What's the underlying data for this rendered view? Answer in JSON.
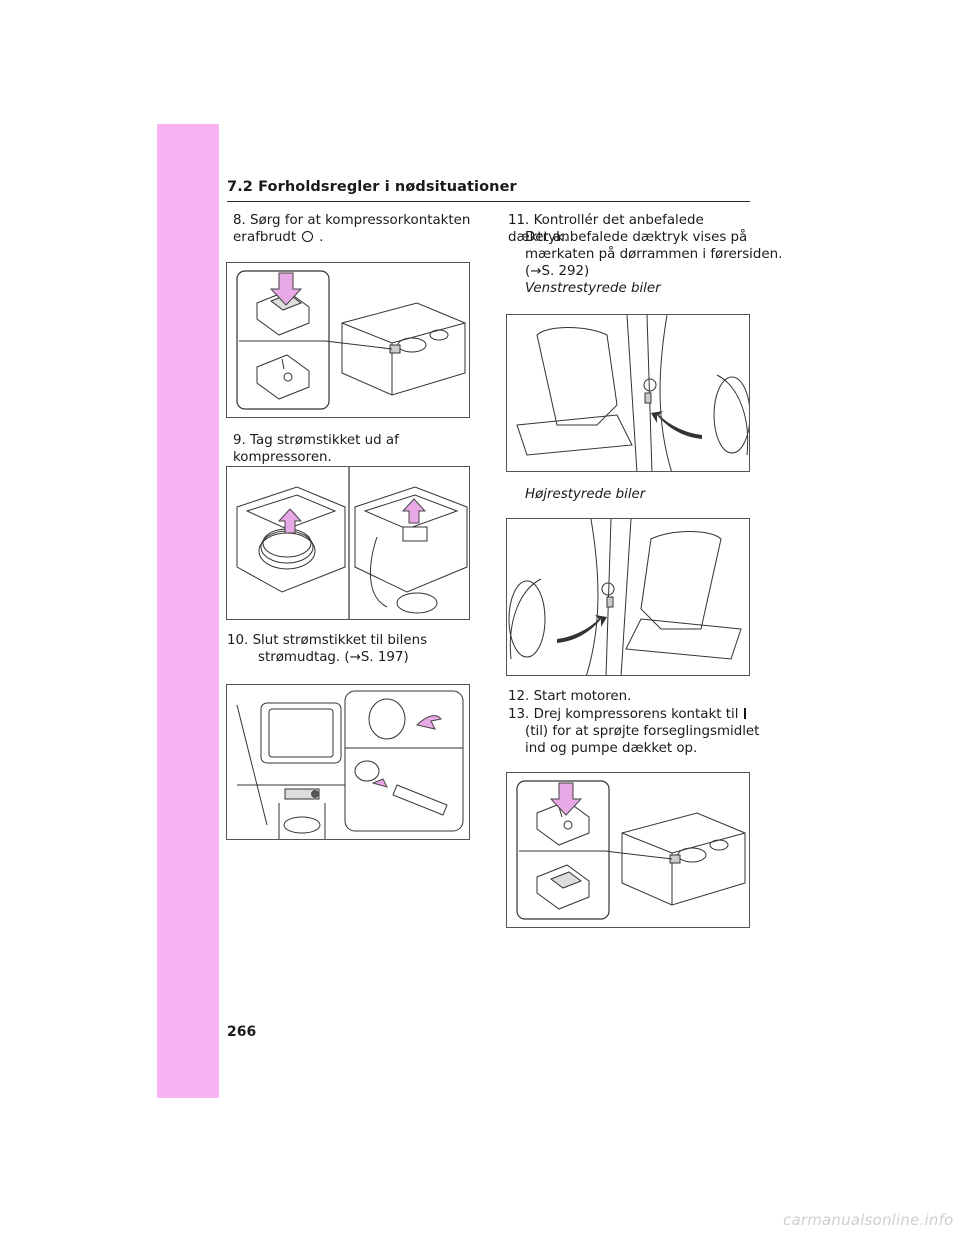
{
  "header": {
    "title": "7.2  Forholdsregler i nødsituationer"
  },
  "steps": {
    "s8": {
      "num": "8.",
      "line1": "Sørg for at kompressorkontakten er",
      "line2a": "afbrudt",
      "line2b": "."
    },
    "s9": {
      "num": "9.",
      "text": "Tag strømstikket ud af kompressoren."
    },
    "s10": {
      "num": "10.",
      "line1": "Slut strømstikket til bilens",
      "line2": "strømudtag. (→S. 197)"
    },
    "s11": {
      "num": "11.",
      "line1": "Kontrollér det anbefalede dæktryk.",
      "body1": "Det anbefalede dæktryk vises på",
      "body2": "mærkaten på dørrammen i førersiden.",
      "body3": "(→S. 292)",
      "lhd": "Venstrestyrede biler",
      "rhd": "Højrestyrede biler"
    },
    "s12": {
      "num": "12.",
      "text": "Start motoren."
    },
    "s13": {
      "num": "13.",
      "line1": "Drej kompressorens kontakt til",
      "line2": "(til) for at sprøjte forseglingsmidlet",
      "line3": "ind og pumpe dækket op."
    }
  },
  "icons": {
    "off": "off-symbol-icon",
    "on": "on-symbol-icon"
  },
  "colors": {
    "tab": "#f9b2f2",
    "arrow": "#e9a8e6"
  },
  "page_number": "266",
  "watermark": "carmanualsonline.info"
}
